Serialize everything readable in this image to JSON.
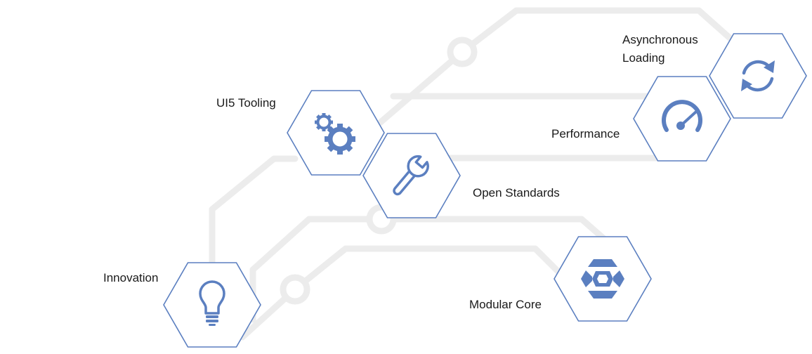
{
  "features": {
    "async_loading": {
      "line1": "Asynchronous",
      "line2": "Loading",
      "icon": "refresh-icon"
    },
    "performance": {
      "label": "Performance",
      "icon": "speedometer-icon"
    },
    "ui5_tooling": {
      "label": "UI5 Tooling",
      "icon": "gears-icon"
    },
    "open_standards": {
      "label": "Open Standards",
      "icon": "wrench-icon"
    },
    "innovation": {
      "label": "Innovation",
      "icon": "lightbulb-icon"
    },
    "modular_core": {
      "label": "Modular Core",
      "icon": "modular-core-icon"
    }
  },
  "colors": {
    "accent": "#5b7fc0",
    "track": "#ececec",
    "text": "#1a1a1a"
  }
}
